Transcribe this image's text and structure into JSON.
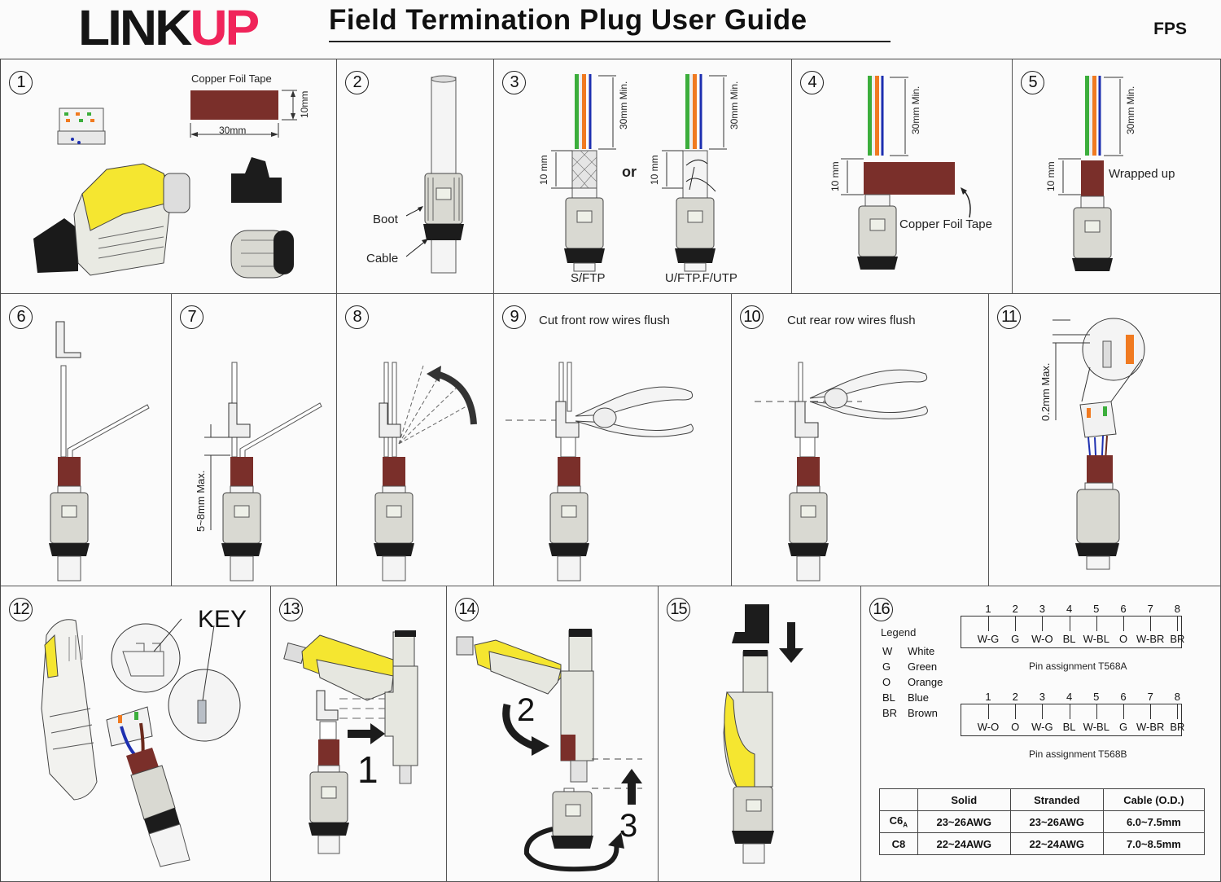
{
  "header": {
    "logo_part1": "LINK",
    "logo_part2": "UP",
    "title": "Field Termination Plug User Guide",
    "product_code": "FPS"
  },
  "colors": {
    "brand_red": "#f0245a",
    "copper_tape": "#7a2f2a",
    "plug_yellow": "#f5e630",
    "wire_green": "#3cae3c",
    "wire_orange": "#f07a20",
    "wire_blue": "#1d2fb0",
    "boot_black": "#1a1a1a"
  },
  "steps": [
    {
      "number": "1",
      "labels": {
        "copper_foil_tape": "Copper Foil Tape",
        "width": "30mm",
        "height": "10mm"
      }
    },
    {
      "number": "2",
      "labels": {
        "boot": "Boot",
        "cable": "Cable"
      }
    },
    {
      "number": "3",
      "labels": {
        "strip_length": "30mm Min.",
        "shield_length": "10 mm",
        "or": "or",
        "type_a": "S/FTP",
        "type_b": "U/FTP.F/UTP"
      }
    },
    {
      "number": "4",
      "labels": {
        "strip_length": "30mm Min.",
        "shield_length": "10 mm",
        "tape": "Copper Foil Tape"
      }
    },
    {
      "number": "5",
      "labels": {
        "strip_length": "30mm Min.",
        "shield_length": "10 mm",
        "wrapped": "Wrapped  up"
      }
    },
    {
      "number": "6",
      "labels": {}
    },
    {
      "number": "7",
      "labels": {
        "gap": "5~8mm Max."
      }
    },
    {
      "number": "8",
      "labels": {}
    },
    {
      "number": "9",
      "labels": {
        "instruction": "Cut front row wires flush"
      }
    },
    {
      "number": "10",
      "labels": {
        "instruction": "Cut rear row wires flush"
      }
    },
    {
      "number": "11",
      "labels": {
        "tolerance": "0.2mm Max."
      }
    },
    {
      "number": "12",
      "labels": {
        "key": "KEY"
      }
    },
    {
      "number": "13",
      "labels": {
        "sequence": "1"
      }
    },
    {
      "number": "14",
      "labels": {
        "sequence_a": "2",
        "sequence_b": "3"
      }
    },
    {
      "number": "15",
      "labels": {}
    },
    {
      "number": "16",
      "labels": {
        "legend_title": "Legend"
      }
    }
  ],
  "legend": [
    {
      "code": "W",
      "color": "White"
    },
    {
      "code": "G",
      "color": "Green"
    },
    {
      "code": "O",
      "color": "Orange"
    },
    {
      "code": "BL",
      "color": "Blue"
    },
    {
      "code": "BR",
      "color": "Brown"
    }
  ],
  "pin_assignments": [
    {
      "caption": "Pin assignment T568A",
      "pins": [
        "1",
        "2",
        "3",
        "4",
        "5",
        "6",
        "7",
        "8"
      ],
      "wires": [
        "W-G",
        "G",
        "W-O",
        "BL",
        "W-BL",
        "O",
        "W-BR",
        "BR"
      ]
    },
    {
      "caption": "Pin assignment T568B",
      "pins": [
        "1",
        "2",
        "3",
        "4",
        "5",
        "6",
        "7",
        "8"
      ],
      "wires": [
        "W-O",
        "O",
        "W-G",
        "BL",
        "W-BL",
        "G",
        "W-BR",
        "BR"
      ]
    }
  ],
  "spec_table": {
    "headers": [
      "",
      "Solid",
      "Stranded",
      "Cable (O.D.)"
    ],
    "rows": [
      {
        "model": "C6",
        "model_sub": "A",
        "solid": "23~26AWG",
        "stranded": "23~26AWG",
        "cable_od": "6.0~7.5mm"
      },
      {
        "model": "C8",
        "model_sub": "",
        "solid": "22~24AWG",
        "stranded": "22~24AWG",
        "cable_od": "7.0~8.5mm"
      }
    ]
  }
}
